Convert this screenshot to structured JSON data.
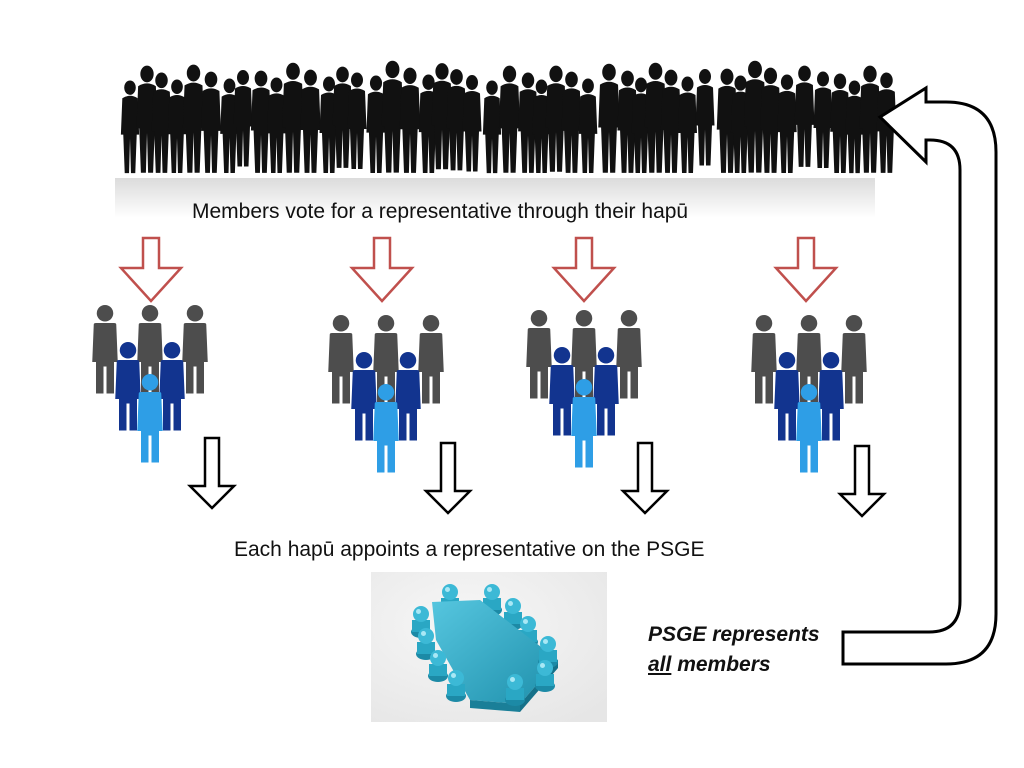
{
  "captions": {
    "top": "Members vote for a representative through their hapū",
    "middle": "Each hapū appoints a representative on the PSGE",
    "psge_line1": "PSGE represents",
    "psge_emphasis": "all",
    "psge_line2_rest": " members"
  },
  "colors": {
    "crowd": "#111111",
    "vote_arrow": "#c0504d",
    "group_gray": "#4d4d4d",
    "group_navy": "#12348f",
    "group_light": "#2e9ee6",
    "table_teal": "#2aa7c4",
    "outline_arrow": "#000000"
  },
  "icons": {
    "crowd": "crowd-silhouette-icon",
    "group": "people-group-icon",
    "table": "meeting-table-icon",
    "return": "return-arrow-icon"
  }
}
